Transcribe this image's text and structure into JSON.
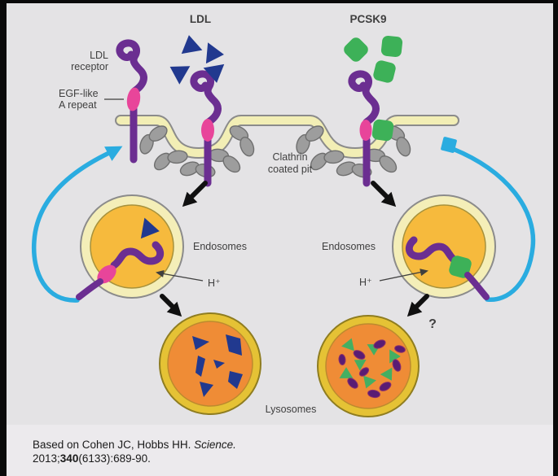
{
  "figure": {
    "labels": {
      "ldl_title": "LDL",
      "pcsk9_title": "PCSK9",
      "receptor_line1": "LDL",
      "receptor_line2": "receptor",
      "egf_line1": "EGF-like",
      "egf_line2": "A repeat",
      "clathrin_line1": "Clathrin",
      "clathrin_line2": "coated pit",
      "endosomes_left": "Endosomes",
      "endosomes_right": "Endosomes",
      "proton_left": "H⁺",
      "proton_right": "H⁺",
      "lysosomes": "Lysosomes",
      "question": "?"
    },
    "citation": {
      "line1_text": "Based on Cohen JC, Hobbs HH. ",
      "line1_journal": "Science.",
      "line2_prefix": "2013;",
      "line2_volume": "340",
      "line2_suffix": "(6133):689-90."
    }
  },
  "colors": {
    "background": "#e4e3e5",
    "bottom-sheen": "#eceaed",
    "frame-black": "#0a0a0a",
    "membrane-cream": "#f2eeb5",
    "outline-gray": "#8b8b8b",
    "clathrin-gray": "#9d9d9d",
    "clathrin-outline": "#6f6f6f",
    "receptor-purple": "#6b2e91",
    "egf-pink": "#e8459a",
    "ldl-navy": "#21398f",
    "pcsk9-green": "#3db158",
    "recycle-cyan": "#2aace0",
    "arrow-black": "#101010",
    "vesicle-ring": "#f4eeb8",
    "endosome-yellow": "#f6ba3d",
    "endosome-edge": "#a6913c",
    "lysosome-ring": "#e5c235",
    "lysosome-edge": "#8f7d20",
    "lysosome-orange": "#ef8c36",
    "lysosome-inner-edge": "#bd8a2e",
    "fragment-green": "#44af62",
    "fragment-purple": "#5a1c74",
    "fragment-purple-edge": "#8e2f6b",
    "label-dark": "#3f3f3f",
    "citation-dark": "#1a1a1a"
  }
}
